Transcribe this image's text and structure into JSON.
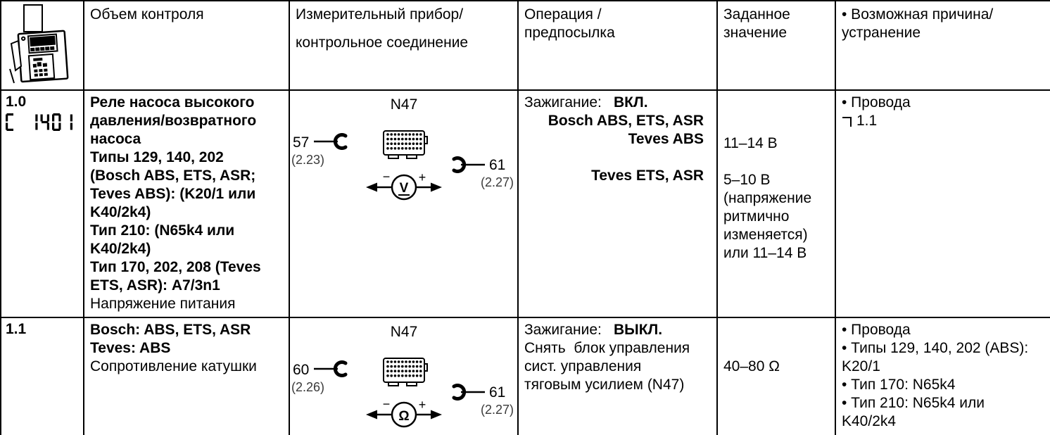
{
  "colors": {
    "ink": "#000000",
    "paper": "#ffffff"
  },
  "header": {
    "scope": "Объем контроля",
    "instrument_line1": "Измерительный прибор/",
    "instrument_line2": "контрольное соединение",
    "operation": "Операция /\nпредпосылка",
    "target": "Заданное\nзначение",
    "cause": "• Возможная причина/\nустранение"
  },
  "row10": {
    "id": "1.0",
    "lcd": "C 1401",
    "scope_bold": "Реле насоса высокого\nдавления/возвратного\nнасоса\nТипы 129, 140, 202\n(Bosch ABS, ETS, ASR;\nTeves ABS): (K20/1 или\nK40/2k4)\nТип 210: (N65k4 или\nK40/2k4)\nТип 170, 202, 208 (Teves\nETS, ASR): A7/3n1",
    "scope_normal": "Напряжение питания",
    "diagram": {
      "title": "N47",
      "left_pin": "57",
      "left_ref": "(2.23)",
      "right_pin": "61",
      "right_ref": "(2.27)",
      "meter_symbol": "V",
      "minus": "−",
      "plus": "+"
    },
    "op_label": "Зажигание:",
    "op_state": "ВКЛ.",
    "op_lines": [
      "Bosch ABS, ETS, ASR",
      "Teves ABS",
      "Teves ETS, ASR"
    ],
    "target_value1": "11–14 В",
    "target_value2": "5–10 В\n(напряжение\nритмично\nизменяется)\nили 11–14 В",
    "cause_bullet": "• Провода",
    "cause_goto": "1.1"
  },
  "row11": {
    "id": "1.1",
    "scope_bold": "Bosch: ABS, ETS, ASR\nTeves: ABS",
    "scope_normal": "Сопротивление катушки",
    "diagram": {
      "title": "N47",
      "left_pin": "60",
      "left_ref": "(2.26)",
      "right_pin": "61",
      "right_ref": "(2.27)",
      "meter_symbol": "Ω",
      "minus": "−",
      "plus": "+"
    },
    "op_label": "Зажигание:",
    "op_state": "ВЫКЛ.",
    "op_text": "Снять  блок управления\nсист. управления\nтяговым усилием (N47)",
    "target_value": "40–80 Ω",
    "cause_text": "• Провода\n• Типы 129, 140, 202 (ABS):\nK20/1\n• Тип 170: N65k4\n• Тип 210: N65k4 или\nK40/2k4"
  }
}
